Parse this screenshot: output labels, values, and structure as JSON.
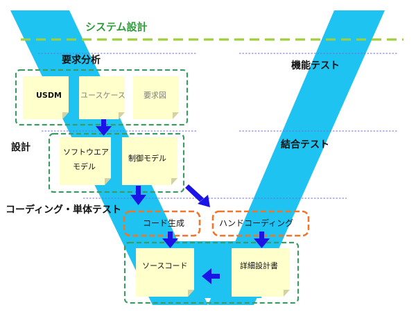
{
  "colors": {
    "band": "#1ec3f2",
    "note": "#ffffcc",
    "note_fold": "#d2d2a6",
    "group_border": "#3c9a64",
    "highlight_border": "#f0742a",
    "arrow": "#1b14e6",
    "system_line": "#9fcf3c",
    "system_text": "#2f9d3a",
    "dotted_line": "#6d6de0",
    "muted_text": "#808080"
  },
  "labels": {
    "system_design": "システム設計",
    "requirements_analysis": "要求分析",
    "design": "設計",
    "coding_unit_test": "コーディング・単体テスト",
    "function_test": "機能テスト",
    "integration_test": "結合テスト"
  },
  "notes": {
    "usdm": "USDM",
    "use_case": "ユースケース",
    "requirement_diagram": "要求図",
    "software_model_line1": "ソフトウエア",
    "software_model_line2": "モデル",
    "control_model": "制御モデル",
    "source_code": "ソースコード",
    "detailed_design_doc": "詳細設計書"
  },
  "process_boxes": {
    "code_generation": "コード生成",
    "hand_coding": "ハンドコーディング"
  }
}
